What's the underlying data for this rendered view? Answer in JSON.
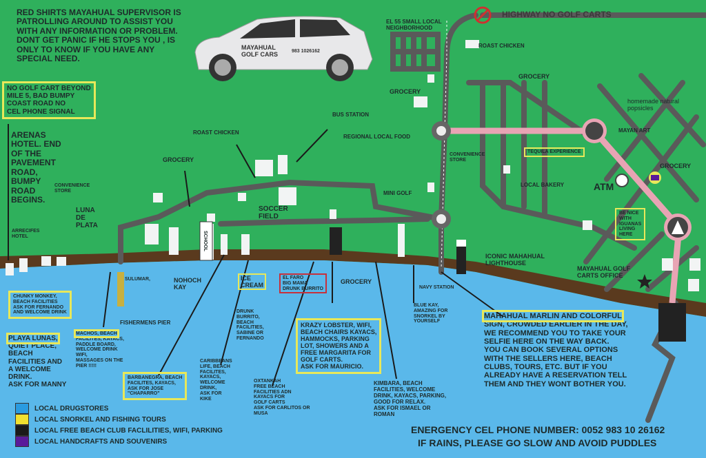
{
  "notices": {
    "supervisor": "RED SHIRTS MAYAHUAL SUPERVISOR IS\nPATROLLING AROUND TO ASSIST YOU\nWITH ANY INFORMATION OR PROBLEM.\nDONT GET PANIC IF HE STOPS YOU , IS\nONLY TO KNOW IF YOU HAVE ANY\nSPECIAL NEED.",
    "no_golf_cart": "NO GOLF CART BEYOND\nMILE 5, BAD BUMPY\nCOAST ROAD NO\nCEL PHONE SIGNAL",
    "arenas": "ARENAS\nHOTEL. END\nOF THE\nPAVEMENT\nROAD,\nBUMPY\nROAD\nBEGINS.",
    "highway": "HIGHWAY NO GOLF CARTS",
    "marlin_highlight": "MAHAHUAL MARLIN AND COLORFUL",
    "marlin_text": "SIGN, CROWDED EARLIER IN THE DAY,\nWE RECOMMEND YOU TO TAKE YOUR\nSELFIE HERE ON THE WAY BACK.\nYOU CAN BOOK SEVERAL OPTIONS\nWITH THE SELLERS HERE, BEACH\nCLUBS, TOURS, ETC. BUT IF YOU\nALREADY HAVE A RESERVATION TELL\nTHEM AND THEY WONT BOTHER YOU.",
    "car_brand": "MAYAHUAL\nGOLF CARS",
    "car_phone": "983 1026162"
  },
  "town_labels": {
    "el55": "EL 55 SMALL LOCAL\nNEIGHBORHOOD",
    "roast_chicken_n": "ROAST CHICKEN",
    "grocery_n": "GROCERY",
    "grocery_mid": "GROCERY",
    "bus_station": "BUS STATION",
    "regional_food": "REGIONAL LOCAL FOOD",
    "roast_chicken": "ROAST CHICKEN",
    "grocery_w": "GROCERY",
    "convenience_w": "CONVENIENCE\nSTORE",
    "luna_de_plata": "LUNA\nDE\nPLATA",
    "arrecifes": "ARRECIFES\nHOTEL",
    "soccer": "SOCCER\nFIELD",
    "school": "SCHOOL",
    "mini_golf": "MINI GOLF",
    "convenience_e": "CONVENIENCE\nSTORE",
    "tequila": "TEQUILA EXPERIENCE",
    "local_bakery": "LOCAL BAKERY",
    "popsicles": "homemade natural\npopsicles",
    "mayan_art": "MAYAN ART",
    "grocery_e": "GROCERY",
    "atm": "ATM",
    "iguanas": "BE NICE\nWITH\nIGUANAS\nLIVING\nHERE",
    "lighthouse": "ICONIC MAHAHUAL\nLIGHTHOUSE",
    "golf_office": "MAYAHUAL GOLF\nCARTS OFFICE",
    "navy": "NAVY STATION"
  },
  "beach_labels": {
    "chunky_monkey": "CHUNKY MONKEY,\nBEACH FACILITIES\nASK FOR FERNANDO\nAND WELCOME DRINK",
    "playa_lunas": "PLAYA LUNAS,",
    "playa_lunas_text": "QUIET PLACE,\nBEACH\nFACILITIES AND\nA WELCOME\nDRINK.\nASK FOR MANNY",
    "machos": "MACHOS, BEACH",
    "machos_text": "FACILITES, KAYACS,\nPADDLE BOARD,\nWELCOME DRINK\nWIFI,\nMASSAGES ON THE\nPIER !!!!!",
    "sulumar": "SULUMAR,",
    "fishermens_pier": "FISHERMENS PIER",
    "nohoch_kay": "NOHOCH\nKAY",
    "barbanegra": "BARBANEGRA, BEACH\nFACILITES, KAYACS,\nASK FOR JOSE\n\"CHAPARRO\"",
    "caribbeans_life": "CARIBBEANS\nLIFE, BEACH\nFACILITES,\nKAYACS,\nWELCOME\nDRINK,\nASK FOR\nKIKE",
    "ice_cream": "ICE\nCREAM",
    "drunk_burrito": "DRUNK\nBURRITO,\nBEACH\nFACILITIES,\nSABINE OR\nFERNANDO",
    "el_faro": "EL FARO\nBIG MAMA\nDRUNK BURRITO",
    "oxtankah": "OXTANKAH\nFREE BEACH\nFACILITIES ADN\nKAYACS FOR\nGOLF CARTS\nASK FOR CARLITOS OR\nMUSA",
    "krazy_lobster": "KRAZY LOBSTER, WIFI,\nBEACH CHAIRS KAYACS,\nHAMMOCKS, PARKING\nLOT, SHOWERS AND A\nFREE MARGARITA FOR\nGOLF CARTS.\nASK FOR MAURICIO.",
    "grocery_beach": "GROCERY",
    "kimbara": "KIMBARA, BEACH\nFACILITIES, WELCOME\nDRINK, KAYACS, PARKING,\nGOOD FOR RELAX.\nASK FOR ISMAEL OR\nROMAN",
    "blue_kay": "BLUE KAY,\nAMAZING FOR\nSNORKEL BY\nYOURSELF"
  },
  "legend": [
    {
      "label": "LOCAL DRUGSTORES",
      "color": "#2a9be0"
    },
    {
      "label": "LOCAL SNORKEL AND FISHING TOURS",
      "color": "#f0e030"
    },
    {
      "label": "LOCAL FREE BEACH CLUB FACLILITIES, WIFI, PARKING",
      "color": "#1a1a1a"
    },
    {
      "label": "LOCAL HANDCRAFTS AND SOUVENIRS",
      "color": "#5a1a9a"
    }
  ],
  "footer": {
    "emergency": "ENERGENCY CEL PHONE NUMBER: 0052 983 10 26162",
    "rain": "IF RAINS, PLEASE GO SLOW AND AVOID PUDDLES"
  },
  "colors": {
    "land": "#2fb05c",
    "sea": "#5ab8ea",
    "shore": "#5a3a1e",
    "road": "#5a5a5a",
    "main_road": "#e8a4b4",
    "highlight": "#e8e85a"
  }
}
